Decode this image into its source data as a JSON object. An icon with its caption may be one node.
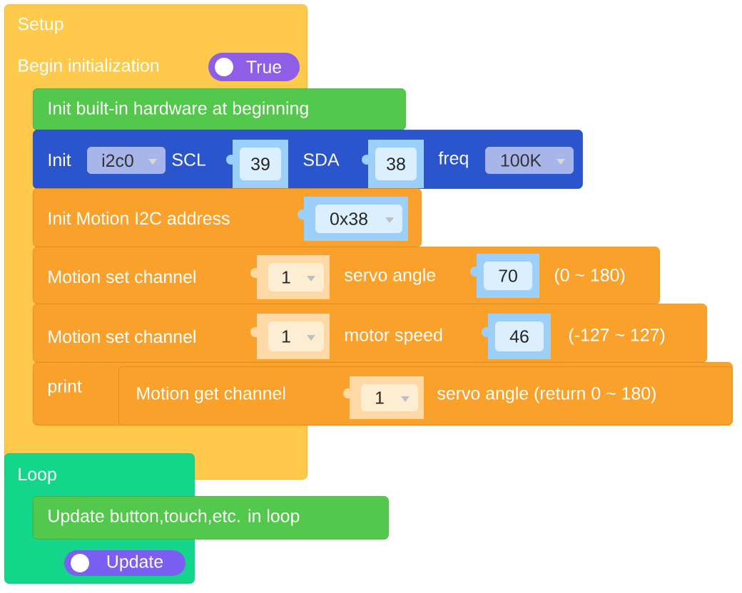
{
  "diagram": {
    "nodes": [
      {
        "text": [
          "Setup",
          "Begin initialization"
        ]
      },
      {
        "text": [
          "True"
        ],
        "in": 0
      },
      {
        "text": [
          "Init built-in hardware at beginning"
        ]
      },
      {
        "text": [
          "Init",
          "SCL",
          "SDA",
          "freq"
        ]
      },
      {
        "text": [
          "i2c0"
        ]
      },
      {
        "text": [
          "39"
        ]
      },
      {
        "text": [
          "38"
        ],
        "in": 3
      },
      {
        "text": [
          "100K"
        ],
        "in": 3
      },
      {
        "text": [
          "Init Motion I2C address"
        ]
      },
      {
        "text": [
          "0x38"
        ],
        "in": 8
      },
      {
        "text": [
          "Motion set channel",
          "servo angle",
          "(0 ~ 180)"
        ]
      },
      {
        "text": [
          "1"
        ],
        "in": 10
      },
      {
        "text": [
          "70"
        ],
        "in": 10
      },
      {
        "text": [
          "Motion set channel",
          "motor speed",
          "(-127 ~ 127)"
        ]
      },
      {
        "text": [
          "1"
        ],
        "in": 13
      },
      {
        "text": [
          "46"
        ],
        "in": 13
      },
      {
        "text": [
          "print"
        ]
      },
      {
        "text": [
          "Motion get channel",
          "servo angle (return 0 ~ 180)"
        ],
        "in": 16
      },
      {
        "text": [
          "1"
        ],
        "in": 17
      },
      {
        "text": [
          "Loop"
        ]
      },
      {
        "text": [
          "Update button,touch,etc. in loop"
        ]
      },
      {
        "text": [
          "Update"
        ],
        "in": 19
      }
    ]
  }
}
